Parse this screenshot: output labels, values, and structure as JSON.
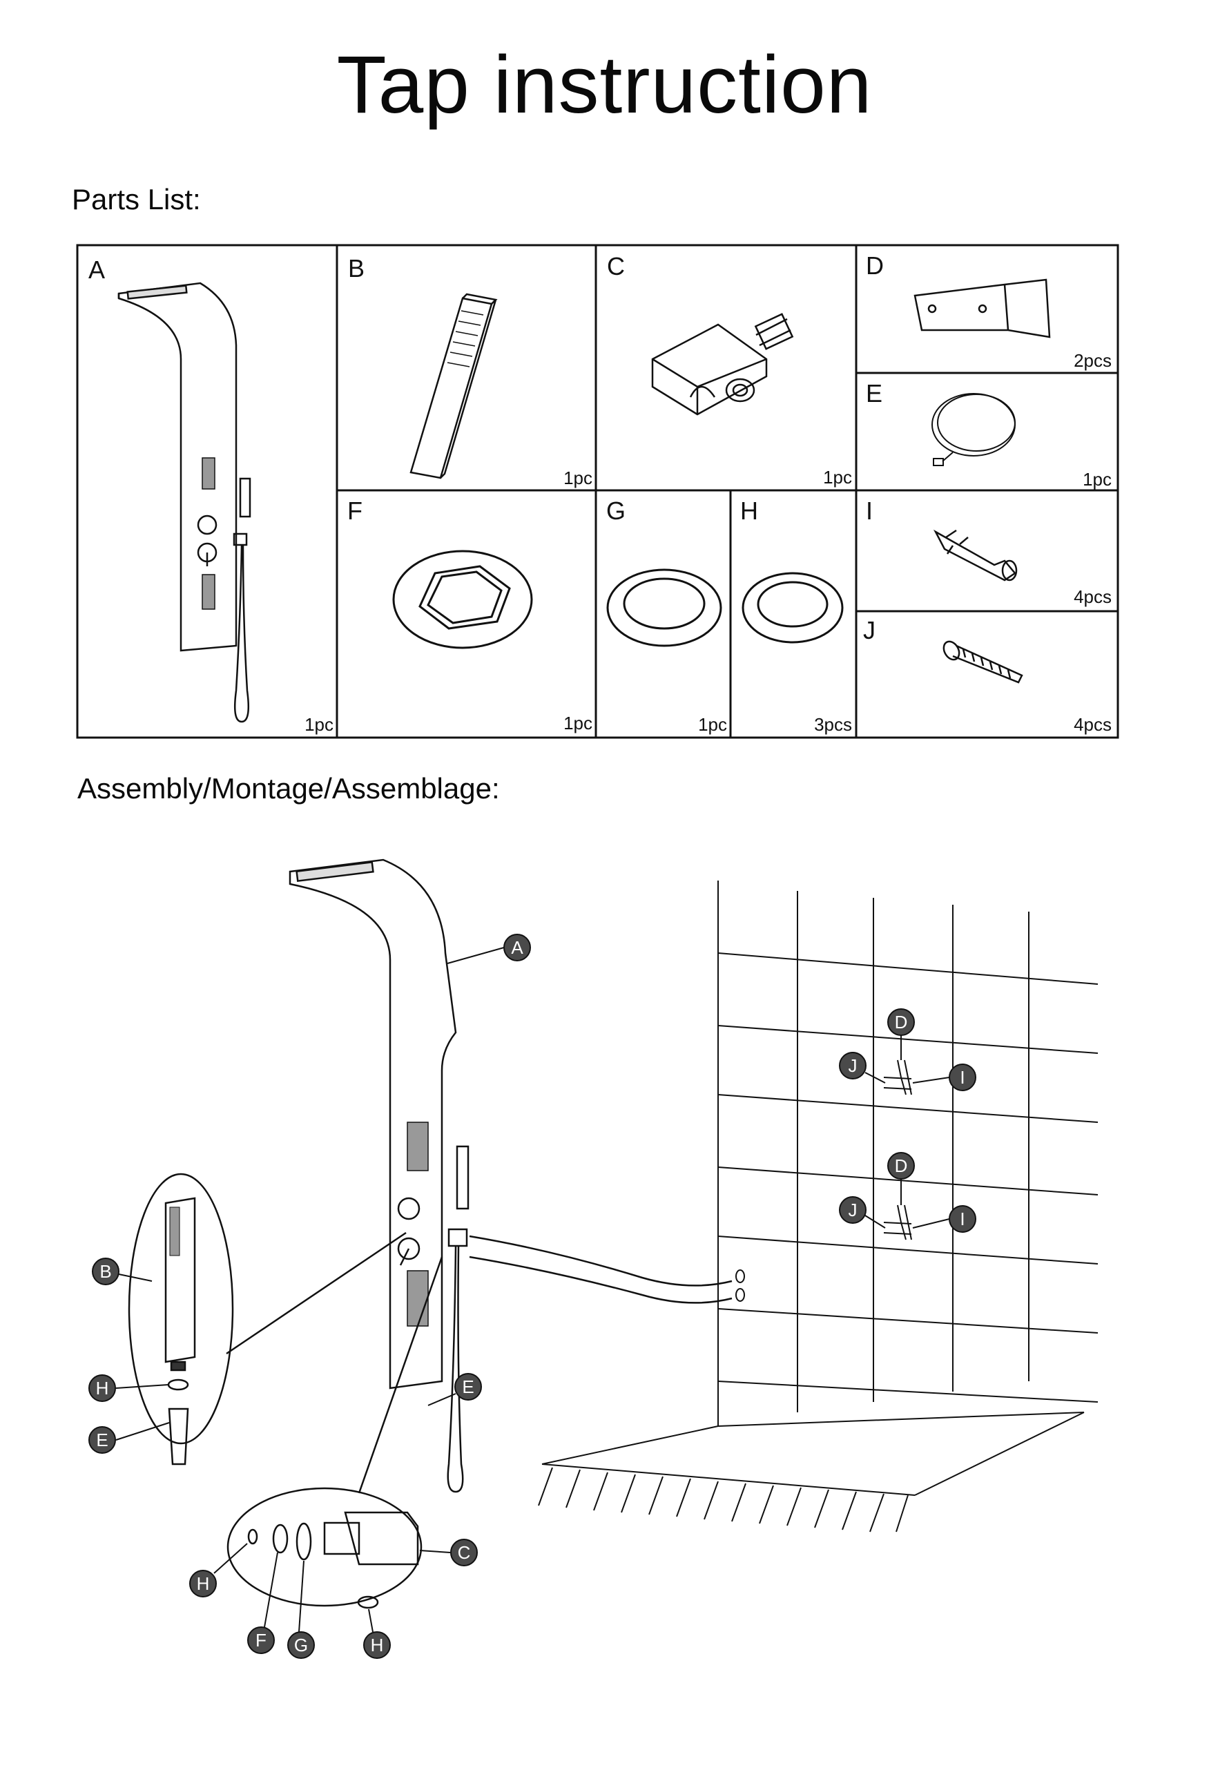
{
  "document": {
    "title": "Tap instruction",
    "parts_heading": "Parts List:",
    "assembly_heading": "Assembly/Montage/Assemblage:"
  },
  "parts": [
    {
      "letter": "A",
      "qty": "1pc"
    },
    {
      "letter": "B",
      "qty": "1pc"
    },
    {
      "letter": "C",
      "qty": "1pc"
    },
    {
      "letter": "D",
      "qty": "2pcs"
    },
    {
      "letter": "E",
      "qty": "1pc"
    },
    {
      "letter": "F",
      "qty": "1pc"
    },
    {
      "letter": "G",
      "qty": "1pc"
    },
    {
      "letter": "H",
      "qty": "3pcs"
    },
    {
      "letter": "I",
      "qty": "4pcs"
    },
    {
      "letter": "J",
      "qty": "4pcs"
    }
  ],
  "callouts": {
    "A": "A",
    "B": "B",
    "C": "C",
    "D": "D",
    "E": "E",
    "F": "F",
    "G": "G",
    "H": "H",
    "I": "I",
    "J": "J"
  },
  "colors": {
    "ink": "#111111",
    "callout_fill": "#4a4a4a",
    "background": "#ffffff"
  }
}
